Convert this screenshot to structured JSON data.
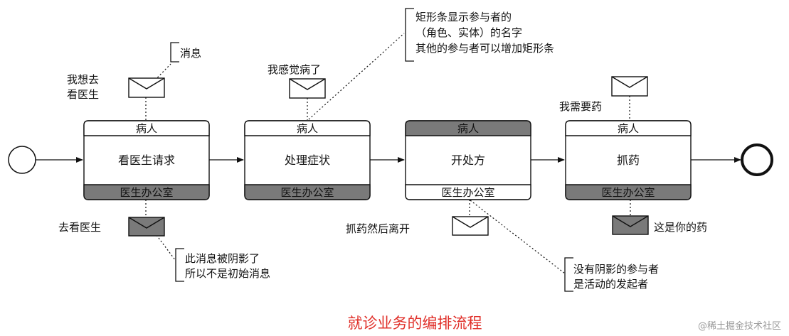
{
  "title": "就诊业务的编排流程",
  "watermark": "@稀土掘金技术社区",
  "colors": {
    "title": "#e0302a",
    "shade": "#7a7a7a",
    "line": "#111111",
    "watermark": "#9a9a9a"
  },
  "activities": [
    {
      "top": "病人",
      "name": "看医生请求",
      "bottom": "医生办公室",
      "top_shaded": false,
      "bottom_shaded": true
    },
    {
      "top": "病人",
      "name": "处理症状",
      "bottom": "医生办公室",
      "top_shaded": false,
      "bottom_shaded": true
    },
    {
      "top": "病人",
      "name": "开处方",
      "bottom": "医生办公室",
      "top_shaded": true,
      "bottom_shaded": false
    },
    {
      "top": "病人",
      "name": "抓药",
      "bottom": "医生办公室",
      "top_shaded": false,
      "bottom_shaded": true
    }
  ],
  "messages": {
    "want_doctor": [
      "我想去",
      "看医生"
    ],
    "feel_sick": "我感觉病了",
    "need_medicine": "我需要药",
    "go_doctor": "去看医生",
    "leave": "抓药然后离开",
    "your_medicine": "这是你的药"
  },
  "notes": {
    "message": "消息",
    "participants": [
      "矩形条显示参与者的",
      "（角色、实体）的名字",
      "其他的参与者可以增加矩形条"
    ],
    "shaded_message": [
      "此消息被阴影了",
      "所以不是初始消息"
    ],
    "initiator": [
      "没有阴影的参与者",
      "是活动的发起者"
    ]
  }
}
